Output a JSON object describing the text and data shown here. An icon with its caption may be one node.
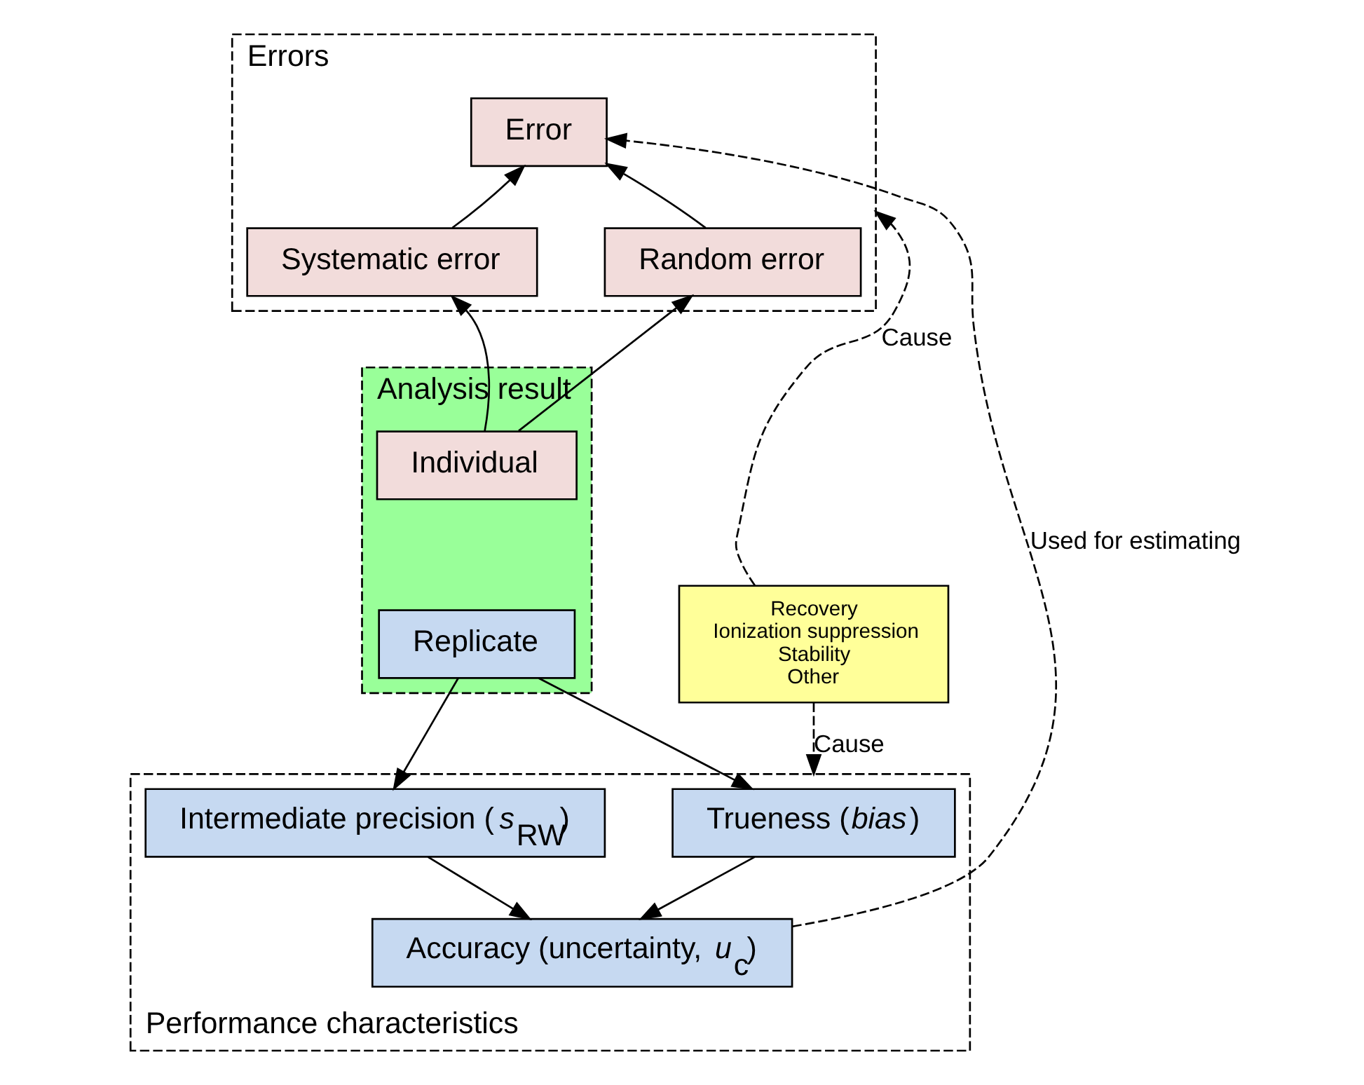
{
  "diagram": {
    "nodes": [
      {
        "text": [
          "Errors"
        ]
      },
      {
        "text": [
          "Error"
        ],
        "in": 0
      },
      {
        "text": [
          "Systematic error"
        ],
        "in": 0
      },
      {
        "text": [
          "Random error"
        ],
        "in": 0
      },
      {
        "text": [
          "Analysis result"
        ]
      },
      {
        "text": [
          "Individual"
        ],
        "in": 4
      },
      {
        "text": [
          "Replicate"
        ],
        "in": 4
      },
      {
        "text": [
          "Recovery",
          "Ionization suppression",
          "Stability",
          "Other"
        ]
      },
      {
        "text": [
          "Performance characteristics"
        ]
      },
      {
        "text": [
          "Trueness (*bias*)"
        ],
        "in": 8
      },
      {
        "text": [
          "Intermediate precision (*s*$_{RW}$)"
        ],
        "in": 8
      },
      {
        "text": [
          "Accuracy (uncertainty, *u*$_{c}$)"
        ],
        "in": 8
      }
    ],
    "edges": [
      {
        "from": 2,
        "to": 1,
        "arrow": "to"
      },
      {
        "from": 3,
        "to": 1,
        "arrow": "to"
      },
      {
        "from": 5,
        "to": 2,
        "arrow": "to"
      },
      {
        "from": 5,
        "to": 3,
        "arrow": "to"
      },
      {
        "from": 6,
        "to": 9,
        "arrow": "to"
      },
      {
        "from": 6,
        "to": 10,
        "arrow": "to"
      },
      {
        "from": 9,
        "to": 11,
        "arrow": "to"
      },
      {
        "from": 10,
        "to": 11,
        "arrow": "to"
      },
      {
        "from": 7,
        "to": 0,
        "arrow": "to",
        "style": "dashed",
        "label": "Cause"
      },
      {
        "from": 7,
        "to": 8,
        "arrow": "to",
        "style": "dashed",
        "label": "Cause"
      },
      {
        "from": 11,
        "to": 1,
        "arrow": "to",
        "style": "dashed",
        "label": "Used for estimating"
      }
    ]
  }
}
